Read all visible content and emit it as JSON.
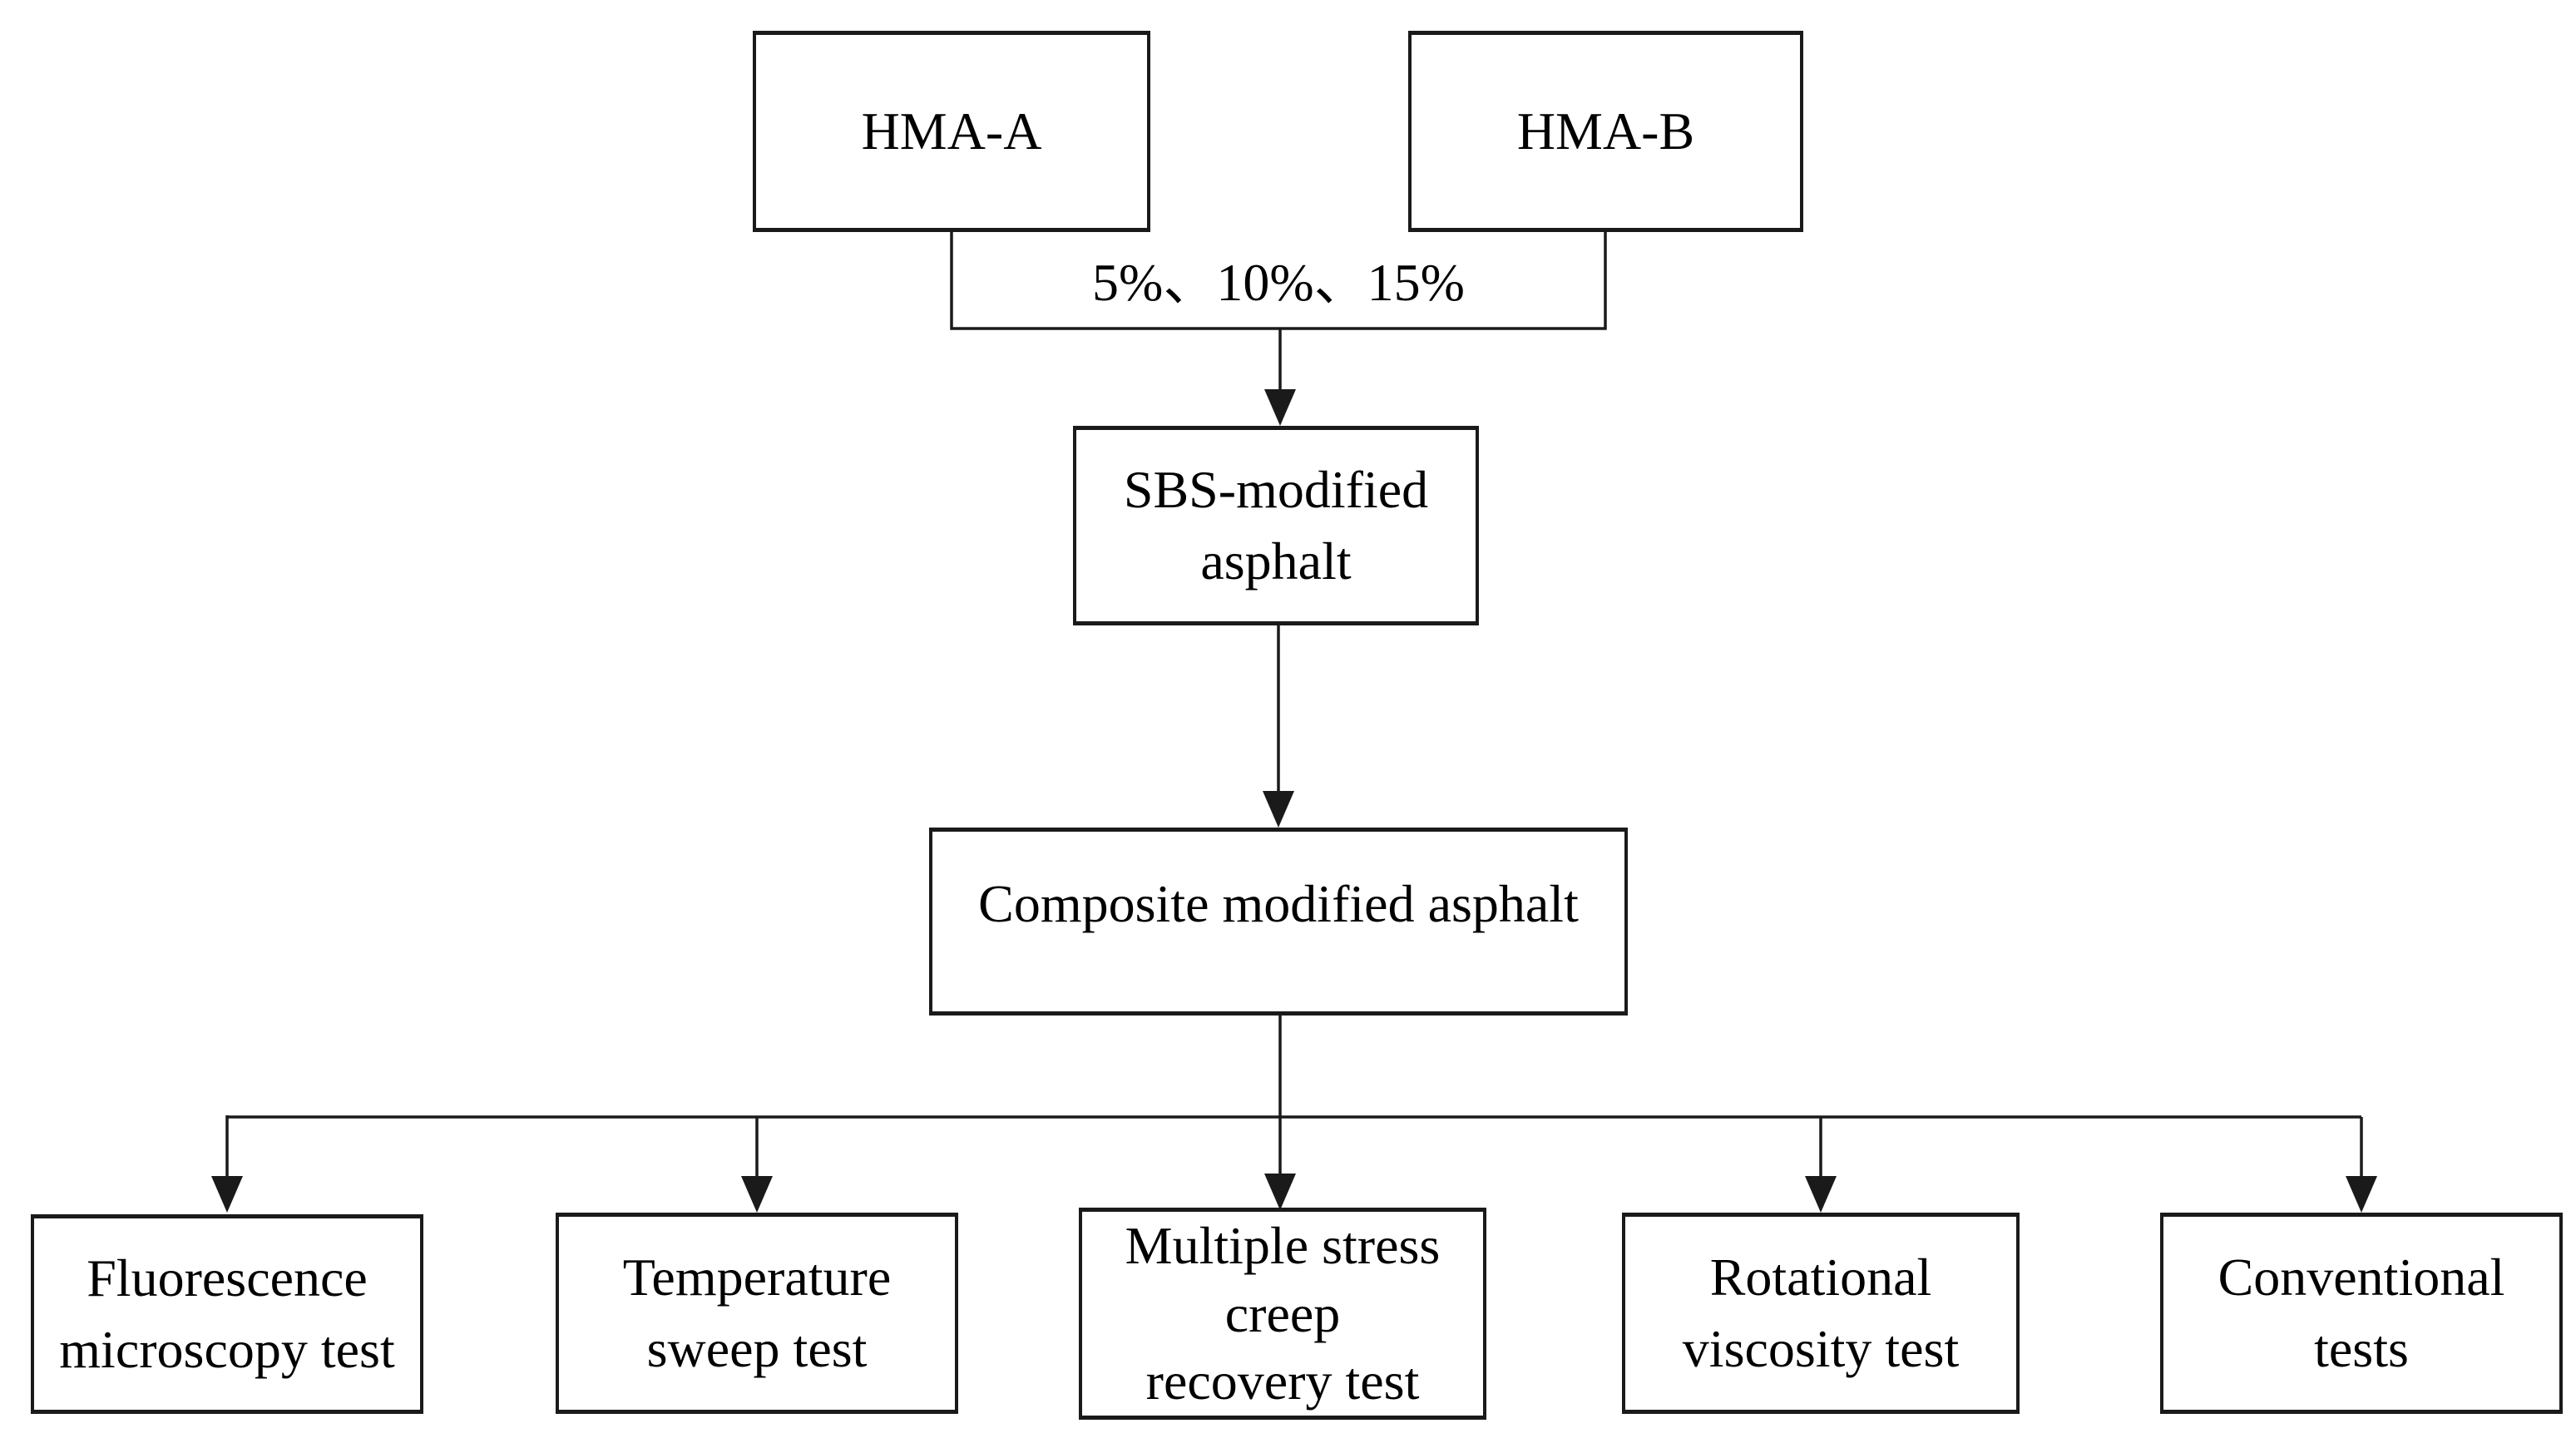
{
  "colors": {
    "background": "#ffffff",
    "line": "#1a1a1a",
    "text": "#000000",
    "node_fill": "#ffffff"
  },
  "nodes": {
    "hma_a": {
      "label": "HMA-A"
    },
    "hma_b": {
      "label": "HMA-B"
    },
    "sbs": {
      "label": "SBS-modified\nasphalt"
    },
    "composite": {
      "label": "Composite modified asphalt"
    },
    "fluorescence": {
      "label": "Fluorescence\nmicroscopy test"
    },
    "temperature": {
      "label": "Temperature\nsweep test"
    },
    "mscr": {
      "label": "Multiple stress\ncreep\nrecovery test"
    },
    "rotational": {
      "label": "Rotational\nviscosity test"
    },
    "conventional": {
      "label": "Conventional\ntests"
    }
  },
  "edge_label": "5%、10%、15%"
}
